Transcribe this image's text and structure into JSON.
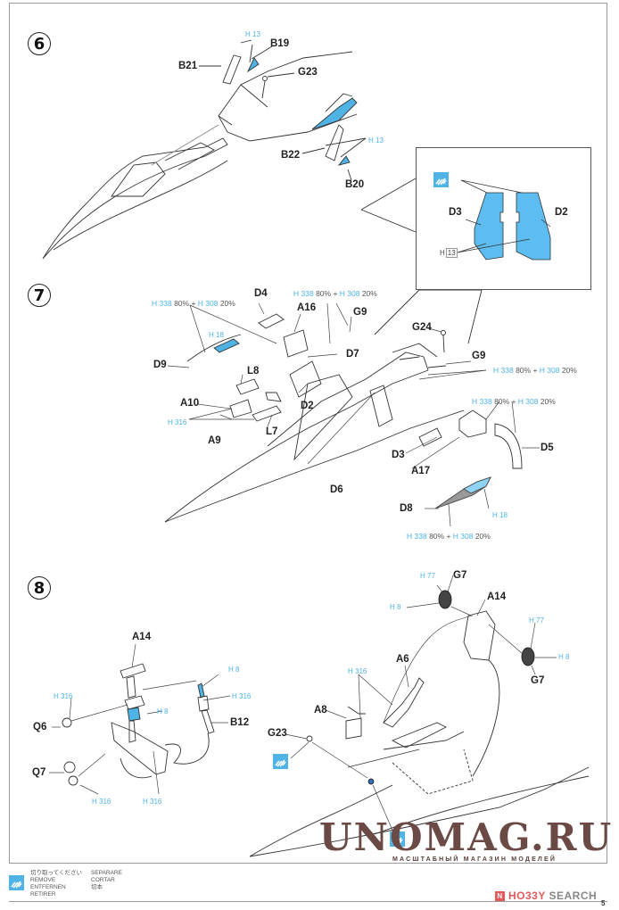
{
  "page": {
    "page_number": "5"
  },
  "steps": [
    {
      "number": "6",
      "labels": [
        "B21",
        "B19",
        "G23",
        "B22",
        "B20"
      ],
      "paints": [
        "H 13",
        "H 13"
      ]
    },
    {
      "number": "7",
      "labels": [
        "D4",
        "A16",
        "G9",
        "D9",
        "D7",
        "L8",
        "A10",
        "D2",
        "A9",
        "L7",
        "D6",
        "G24",
        "G9",
        "D3",
        "A17",
        "D5",
        "D8"
      ],
      "paints": [
        "H 18",
        "H 316",
        "H 18"
      ],
      "mixes": [
        {
          "a": "H 338",
          "a_pct": "80%",
          "b": "H 308",
          "b_pct": "20%"
        },
        {
          "a": "H 338",
          "a_pct": "80%",
          "b": "H 308",
          "b_pct": "20%"
        },
        {
          "a": "H 338",
          "a_pct": "80%",
          "b": "H 308",
          "b_pct": "20%"
        },
        {
          "a": "H 338",
          "a_pct": "80%",
          "b": "H 308",
          "b_pct": "20%"
        },
        {
          "a": "H 338",
          "a_pct": "80%",
          "b": "H 308",
          "b_pct": "20%"
        }
      ],
      "inset": {
        "labels": [
          "D3",
          "D2"
        ],
        "paint_prefix": "H",
        "paint_code": "13"
      }
    },
    {
      "number": "8",
      "labels": [
        "A14",
        "Q6",
        "B12",
        "Q7",
        "G7",
        "A14",
        "G7",
        "A6",
        "A8",
        "G23"
      ],
      "paints": [
        "H 8",
        "H 316",
        "H 316",
        "H 8",
        "H 316",
        "H 316",
        "H 77",
        "H 8",
        "H 77",
        "H 8",
        "H 316"
      ]
    }
  ],
  "legend": {
    "remove_terms": [
      "切り取ってください",
      "REMOVE",
      "ENTFERNEN",
      "RETIRER"
    ],
    "remove_terms_2": [
      "SEPARARE",
      "CORTAR",
      "切本"
    ]
  },
  "watermark": {
    "title": "UNOMAG.RU",
    "subtitle": "МАСШТАБНЫЙ МАГАЗИН МОДЕЛЕЙ"
  },
  "branding": {
    "logo_glyph": "N",
    "hobby": "HO33Y",
    "search": "SEARCH"
  },
  "colors": {
    "paint_blue": "#4fb3e6",
    "watermark_brown": "#6b4a45",
    "brand_red": "#e05a5a"
  }
}
